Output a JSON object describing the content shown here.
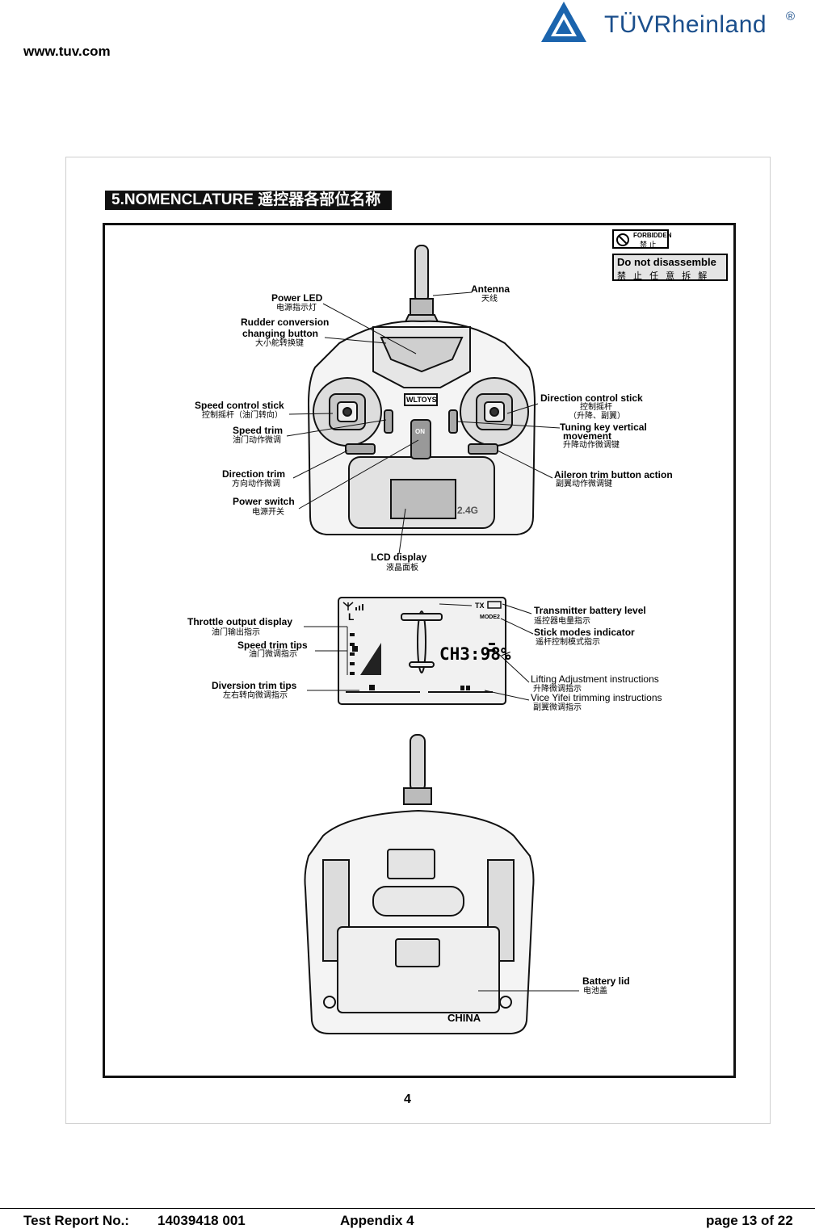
{
  "header": {
    "site_url": "www.tuv.com",
    "logo_text": "TÜVRheinland",
    "logo_mark": "®"
  },
  "figure": {
    "section_heading": "5.NOMENCLATURE 遥控器各部位名称",
    "page_number": "4",
    "warning": {
      "forbidden_en": "FORBIDDEN",
      "forbidden_zh": "禁 止",
      "notice_en": "Do not disassemble",
      "notice_zh": "禁 止 任 意 拆 解"
    },
    "front_labels": {
      "antenna": {
        "en": "Antenna",
        "zh": "天线"
      },
      "power_led": {
        "en": "Power LED",
        "zh": "电源指示灯"
      },
      "rudder_conversion": {
        "en": "Rudder conversion",
        "en2": "changing button",
        "zh": "大小舵转换键"
      },
      "speed_control_stick": {
        "en": "Speed control stick",
        "zh": "控制摇杆（油门转向）"
      },
      "speed_trim": {
        "en": "Speed trim",
        "zh": "油门动作微调"
      },
      "direction_trim": {
        "en": "Direction trim",
        "zh": "方向动作微调"
      },
      "power_switch": {
        "en": "Power switch",
        "zh": "电源开关"
      },
      "lcd_display": {
        "en": "LCD display",
        "zh": "液晶面板"
      },
      "direction_control_stick": {
        "en": "Direction control stick",
        "zh": "控制摇杆",
        "zh2": "（升降、副翼）"
      },
      "tuning_key": {
        "en": "Tuning key vertical",
        "en2": "movement",
        "zh": "升降动作微调键"
      },
      "aileron_trim": {
        "en": "Aileron trim button action",
        "zh": "副翼动作微调键"
      }
    },
    "lcd_labels": {
      "throttle_output": {
        "en": "Throttle output display",
        "zh": "油门输出指示"
      },
      "speed_trim_tips": {
        "en": "Speed trim tips",
        "zh": "油门微调指示"
      },
      "diversion_trim_tips": {
        "en": "Diversion trim tips",
        "zh": "左右转向微调指示"
      },
      "transmitter_battery": {
        "en": "Transmitter battery level",
        "zh": "遥控器电量指示"
      },
      "stick_modes": {
        "en": "Stick modes indicator",
        "zh": "遥杆控制模式指示"
      },
      "lifting_adjustment": {
        "en": "Lifting Adjustment instructions",
        "zh": "升降微调指示"
      },
      "vice_yifei": {
        "en": "Vice Yifei trimming instructions",
        "zh": "副翼微调指示"
      }
    },
    "lcd_screen": {
      "tx": "TX",
      "mode": "MODE2",
      "channel": "CH3:98%",
      "stick_letter": "L"
    },
    "device_text": {
      "brand": "WLTOYS",
      "on": "ON",
      "band": "2.4G",
      "origin": "CHINA"
    },
    "back_labels": {
      "battery_lid": {
        "en": "Battery lid",
        "zh": "电池盖"
      }
    }
  },
  "footer": {
    "report_label": "Test Report No.:",
    "report_number": "14039418 001",
    "appendix": "Appendix 4",
    "page": "page 13 of 22"
  }
}
